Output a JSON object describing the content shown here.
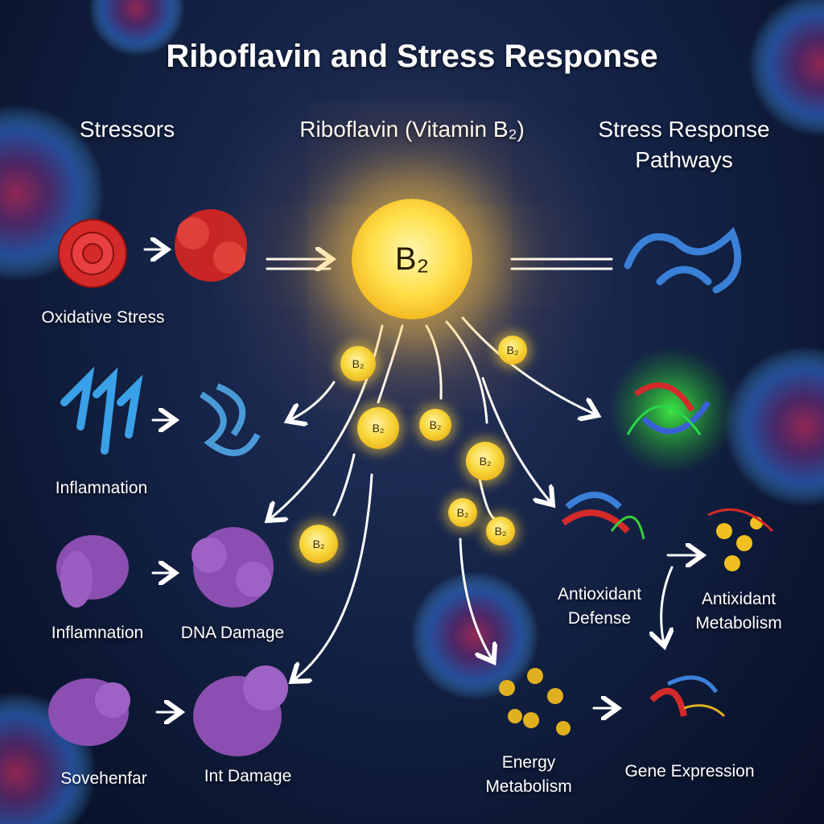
{
  "title": "Riboflavin and Stress Response",
  "columns": {
    "stressors": "Stressors",
    "riboflavin": "Riboflavin (Vitamin B₂)",
    "pathways_line1": "Stress Response",
    "pathways_line2": "Pathways"
  },
  "center": {
    "label": "B₂"
  },
  "coins": [
    "B₂",
    "B₂",
    "B₂",
    "B₂",
    "B₂",
    "B₂",
    "B₂",
    "B₂"
  ],
  "stressors": [
    {
      "label": "Oxidative Stress"
    },
    {
      "label": "Inflamnation"
    },
    {
      "label": "Inflamnation"
    },
    {
      "label": "DNA Damage"
    },
    {
      "label": "Sovehenfar"
    },
    {
      "label": "Int Damage"
    }
  ],
  "pathways": {
    "antioxidant_defense": [
      "Antioxidant",
      "Defense"
    ],
    "antioxidant_metabolism": [
      "Antixidant",
      "Metabolism"
    ],
    "energy_metabolism": [
      "Energy",
      "Metabolism"
    ],
    "gene_expression": "Gene Expression"
  },
  "colors": {
    "background": "#0c1733",
    "gold": "#f8d63a",
    "red": "#d42a2a",
    "purple": "#8a4fb0",
    "blue": "#3a8ee0",
    "green": "#3fd84a"
  }
}
